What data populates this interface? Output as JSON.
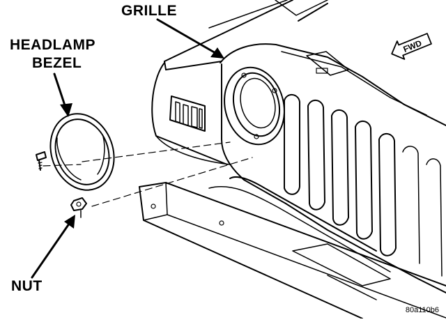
{
  "labels": {
    "grille": "GRILLE",
    "headlamp": "HEADLAMP",
    "bezel": "BEZEL",
    "nut": "NUT",
    "fwd": "FWD",
    "figure_id": "80a110b6"
  },
  "icons": [
    "forward-arrow-icon"
  ],
  "colors": {
    "ink": "#000000",
    "paper": "#ffffff"
  }
}
